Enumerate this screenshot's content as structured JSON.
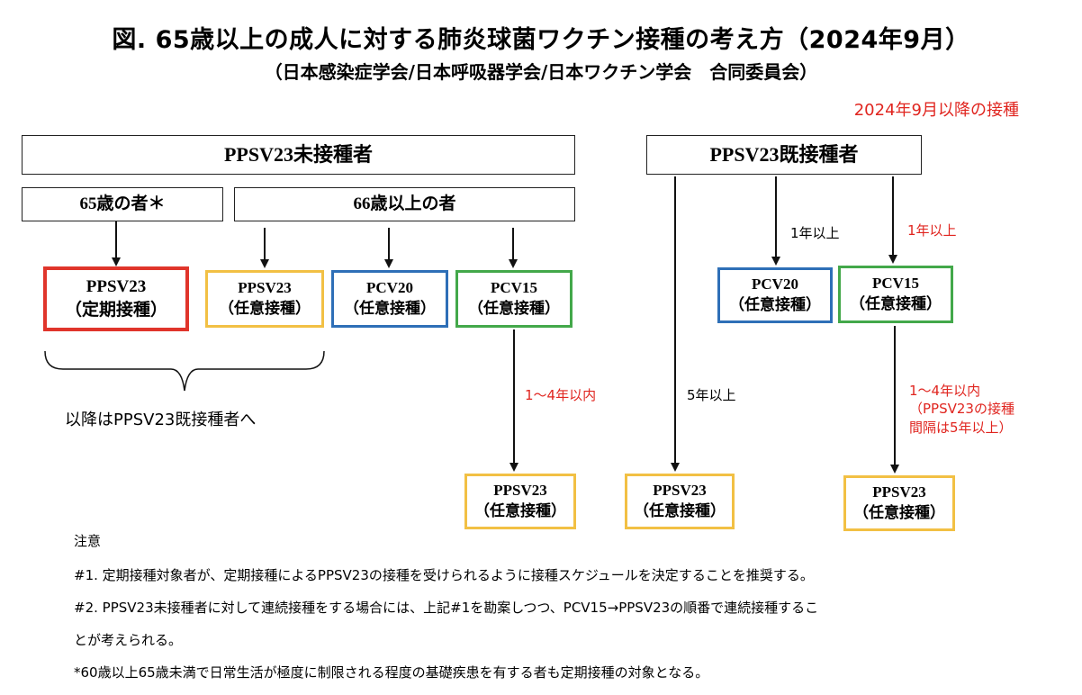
{
  "title": "図. 65歳以上の成人に対する肺炎球菌ワクチン接種の考え方（2024年9月）",
  "subtitle": "（日本感染症学会/日本呼吸器学会/日本ワクチン学会　合同委員会）",
  "date_note": "2024年9月以降の接種",
  "left_group": {
    "header": "PPSV23未接種者",
    "age65": "65歳の者＊",
    "age66": "66歳以上の者",
    "brace_label": "以降はPPSV23既接種者へ"
  },
  "right_group": {
    "header": "PPSV23既接種者"
  },
  "vaccines": {
    "ppsv23_routine": {
      "name": "PPSV23",
      "type": "（定期接種）"
    },
    "ppsv23_voluntary_a": {
      "name": "PPSV23",
      "type": "（任意接種）"
    },
    "pcv20_a": {
      "name": "PCV20",
      "type": "（任意接種）"
    },
    "pcv15_a": {
      "name": "PCV15",
      "type": "（任意接種）"
    },
    "ppsv23_after_pcv15_a": {
      "name": "PPSV23",
      "type": "（任意接種）"
    },
    "ppsv23_revac": {
      "name": "PPSV23",
      "type": "（任意接種）"
    },
    "pcv20_b": {
      "name": "PCV20",
      "type": "（任意接種）"
    },
    "pcv15_b": {
      "name": "PCV15",
      "type": "（任意接種）"
    },
    "ppsv23_after_pcv15_b": {
      "name": "PPSV23",
      "type": "（任意接種）"
    }
  },
  "intervals": {
    "pcv15_to_ppsv23_a": "1～4年以内",
    "revac_5y": "5年以上",
    "to_pcv20": "1年以上",
    "to_pcv15": "1年以上",
    "pcv15_to_ppsv23_b_line1": "1～4年以内",
    "pcv15_to_ppsv23_b_line2": "（PPSV23の接種",
    "pcv15_to_ppsv23_b_line3": "間隔は5年以上）"
  },
  "notes": {
    "heading": "注意",
    "note1": "#1. 定期接種対象者が、定期接種によるPPSV23の接種を受けられるように接種スケジュールを決定することを推奨する。",
    "note2_line1": "#2. PPSV23未接種者に対して連続接種をする場合には、上記#1を勘案しつつ、PCV15→PPSV23の順番で連続接種するこ",
    "note2_line2": "とが考えられる。",
    "footnote": "*60歳以上65歳未満で日常生活が極度に制限される程度の基礎疾患を有する者も定期接種の対象となる。"
  },
  "colors": {
    "routine_border": "#e0352b",
    "ppsv23_border": "#f2c044",
    "pcv20_border": "#2e6fb7",
    "pcv15_border": "#43a84a",
    "highlight_text": "#e0251f"
  }
}
